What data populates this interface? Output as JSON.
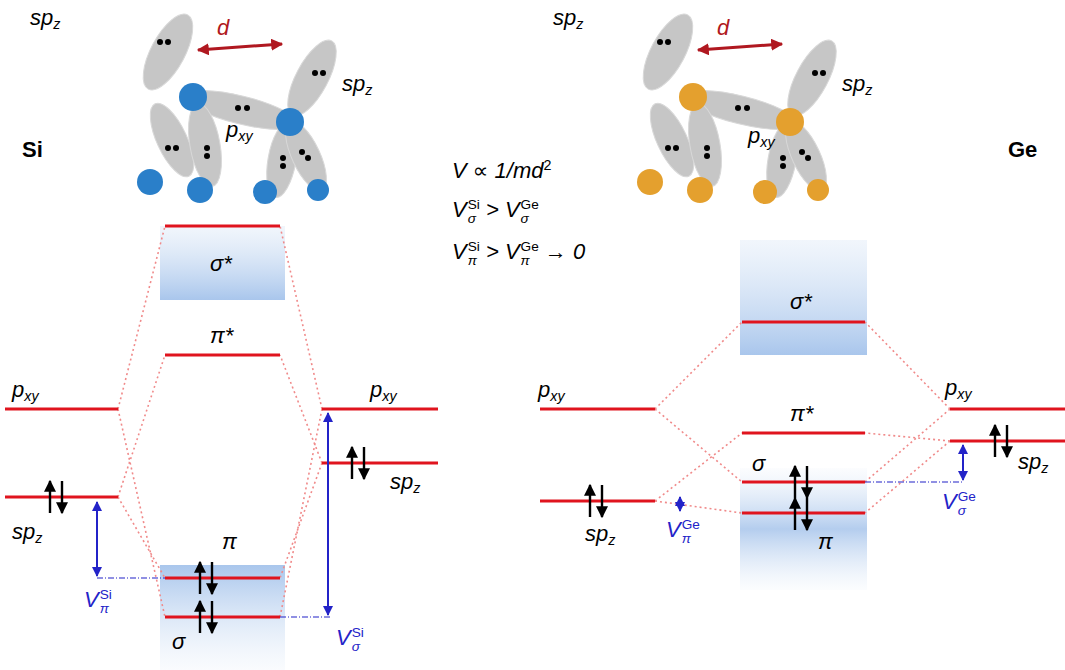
{
  "diagram": {
    "labels": [
      "Si",
      "spz",
      "d",
      "spz",
      "pxy",
      "Ge",
      "spz",
      "d",
      "spz",
      "pxy",
      "V ∝ 1/md2",
      "VσSi > VσGe",
      "VπSi > VπGe → 0",
      "σ*",
      "π*",
      "pxy",
      "pxy",
      "spz",
      "spz",
      "π",
      "σ",
      "VπSi",
      "VσSi",
      "σ*",
      "π*",
      "pxy",
      "pxy",
      "σ",
      "π",
      "spz",
      "spz",
      "VπGe",
      "VσGe"
    ]
  }
}
